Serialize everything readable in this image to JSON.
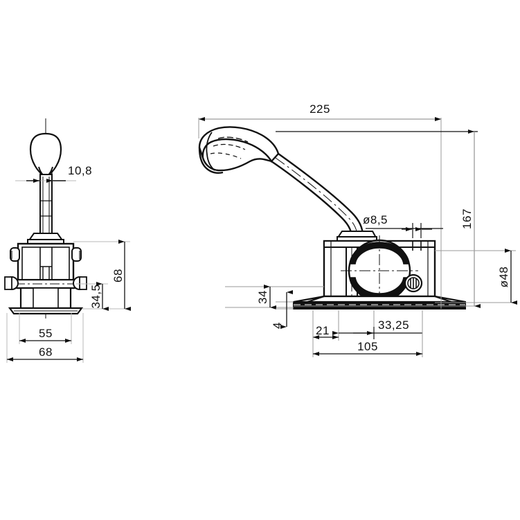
{
  "drawing": {
    "title": "Technical engineering drawing - clamp lever assembly",
    "background_color": "#ffffff",
    "line_color": "#111111",
    "dim_line_color": "#9a9a9a",
    "views": [
      {
        "name": "front-view",
        "label": ""
      },
      {
        "name": "side-view",
        "label": ""
      }
    ]
  },
  "dimensions": {
    "front_view": [
      {
        "id": "d-10-8",
        "value": "10,8",
        "orientation": "horizontal",
        "name": "dimension-10-8"
      },
      {
        "id": "d-68-v",
        "value": "68",
        "orientation": "vertical",
        "name": "dimension-68-height"
      },
      {
        "id": "d-34-5",
        "value": "34,5",
        "orientation": "vertical",
        "name": "dimension-34-5"
      },
      {
        "id": "d-55",
        "value": "55",
        "orientation": "horizontal",
        "name": "dimension-55"
      },
      {
        "id": "d-68-h",
        "value": "68",
        "orientation": "horizontal",
        "name": "dimension-68-width"
      }
    ],
    "side_view": [
      {
        "id": "d-225",
        "value": "225",
        "orientation": "horizontal",
        "name": "dimension-225"
      },
      {
        "id": "d-167",
        "value": "167",
        "orientation": "vertical",
        "name": "dimension-167"
      },
      {
        "id": "d-o48",
        "value": "ø48",
        "orientation": "vertical",
        "name": "dimension-diameter-48"
      },
      {
        "id": "d-o85",
        "value": "ø8,5",
        "orientation": "horizontal",
        "name": "dimension-diameter-8-5"
      },
      {
        "id": "d-34",
        "value": "34",
        "orientation": "vertical",
        "name": "dimension-34"
      },
      {
        "id": "d-4",
        "value": "4",
        "orientation": "vertical",
        "name": "dimension-4"
      },
      {
        "id": "d-21",
        "value": "21",
        "orientation": "horizontal",
        "name": "dimension-21"
      },
      {
        "id": "d-33-25",
        "value": "33,25",
        "orientation": "horizontal",
        "name": "dimension-33-25"
      },
      {
        "id": "d-105",
        "value": "105",
        "orientation": "horizontal",
        "name": "dimension-105"
      }
    ]
  }
}
